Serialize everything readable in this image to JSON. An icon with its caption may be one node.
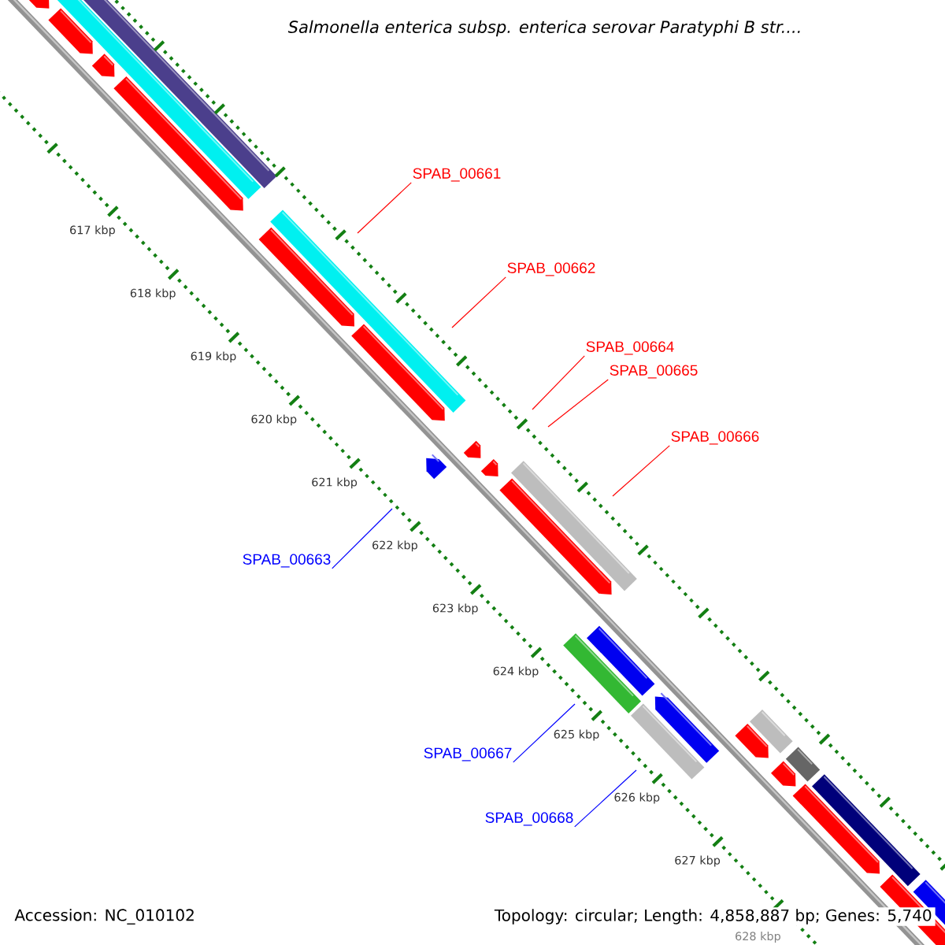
{
  "diagram": {
    "title": "Salmonella enterica subsp. enterica serovar Paratyphi B str....",
    "nodes": [
      {
        "text": [
          "SPAB_00661"
        ]
      },
      {
        "text": [
          "SPAB_00662"
        ]
      },
      {
        "text": [
          "SPAB_00664"
        ]
      },
      {
        "text": [
          "SPAB_00665"
        ]
      },
      {
        "text": [
          "SPAB_00666"
        ]
      },
      {
        "text": [
          "SPAB_00663"
        ]
      },
      {
        "text": [
          "SPAB_00667"
        ]
      },
      {
        "text": [
          "SPAB_00668"
        ]
      }
    ],
    "edges": [
      {
        "from": 0,
        "to": null,
        "arrow": "none"
      },
      {
        "from": 1,
        "to": null,
        "arrow": "none"
      },
      {
        "from": 2,
        "to": null,
        "arrow": "none"
      },
      {
        "from": 3,
        "to": null,
        "arrow": "none"
      },
      {
        "from": 4,
        "to": null,
        "arrow": "none"
      },
      {
        "from": 5,
        "to": null,
        "arrow": "none",
        "color": "#0000ff"
      },
      {
        "from": 6,
        "to": null,
        "arrow": "none",
        "color": "#0000ff"
      },
      {
        "from": 7,
        "to": null,
        "arrow": "none",
        "color": "#0000ff"
      }
    ],
    "labels": [
      "617 kbp",
      "618 kbp",
      "619 kbp",
      "620 kbp",
      "621 kbp",
      "622 kbp",
      "623 kbp",
      "624 kbp",
      "625 kbp",
      "626 kbp",
      "627 kbp",
      "628 kbp",
      "Accession: NC_010102",
      "Topology: circular; Length: 4,858,887 bp; Genes: 5,740"
    ]
  }
}
